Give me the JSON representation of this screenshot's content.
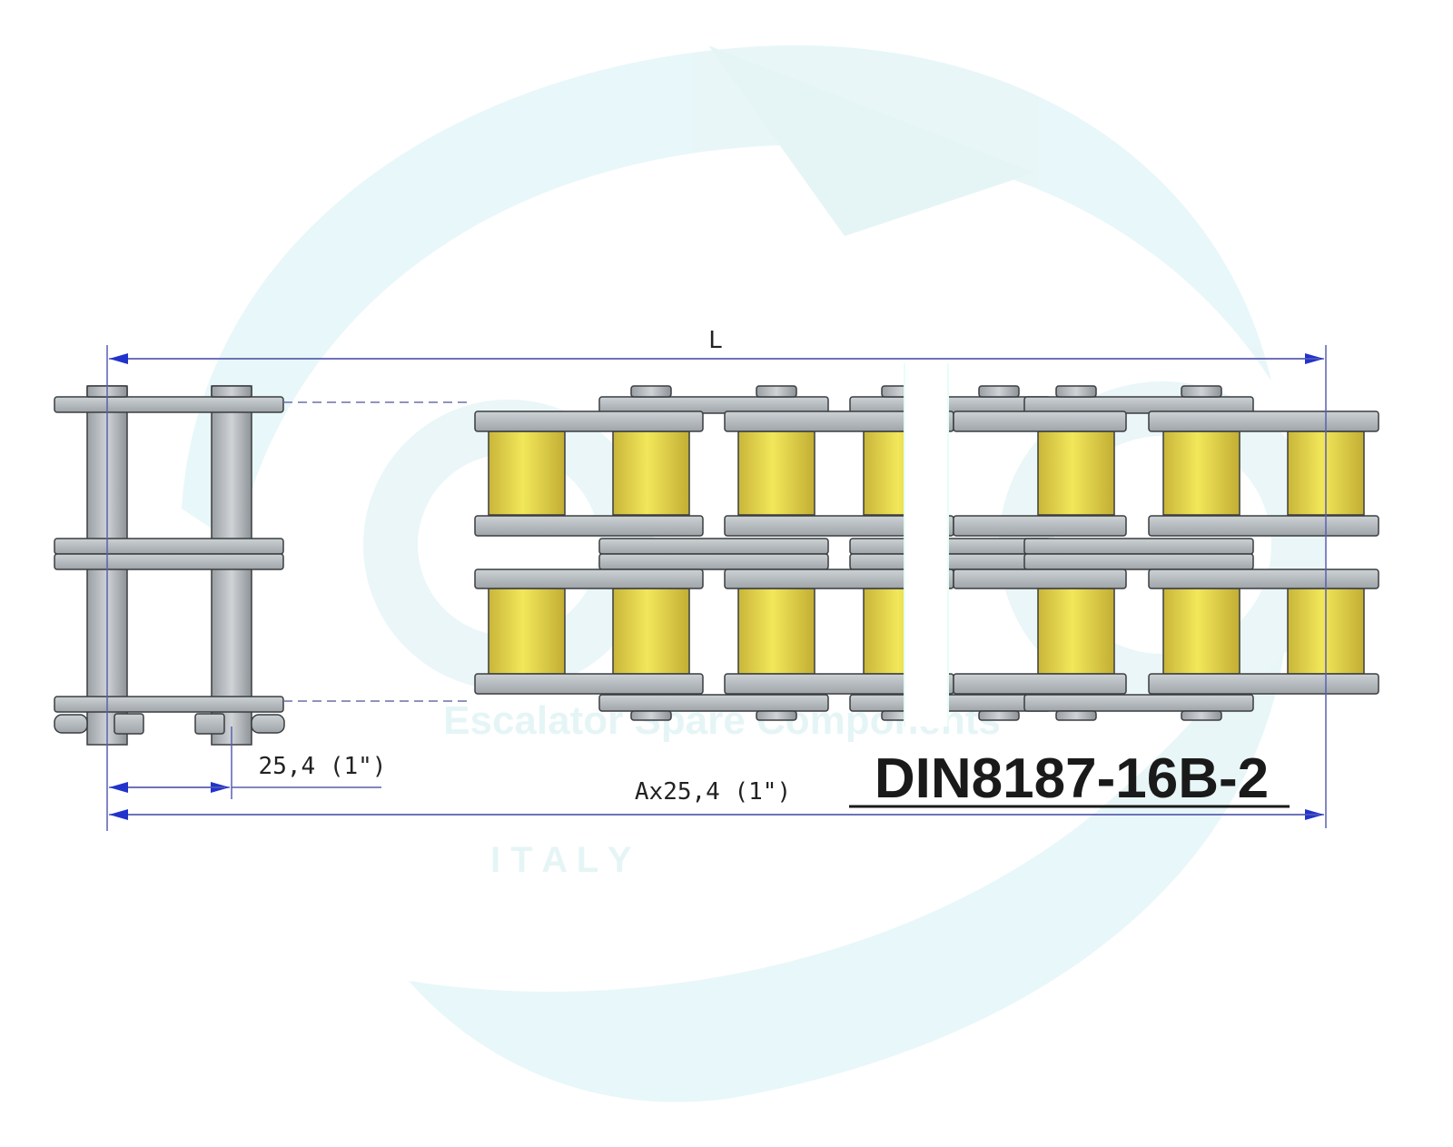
{
  "drawing": {
    "title": "DIN8187-16B-2",
    "dimension_overall": "L",
    "dimension_pitch": "25,4 (1\")",
    "dimension_length": "Ax25,4 (1\")"
  },
  "watermark": {
    "line1": "Escalator Spare Components",
    "line2": "I T A L Y"
  },
  "colors": {
    "roller": "#e8d84a",
    "plate": "#b9bec2",
    "dimension_line": "#2233cc",
    "watermark": "#e3f4f6"
  }
}
